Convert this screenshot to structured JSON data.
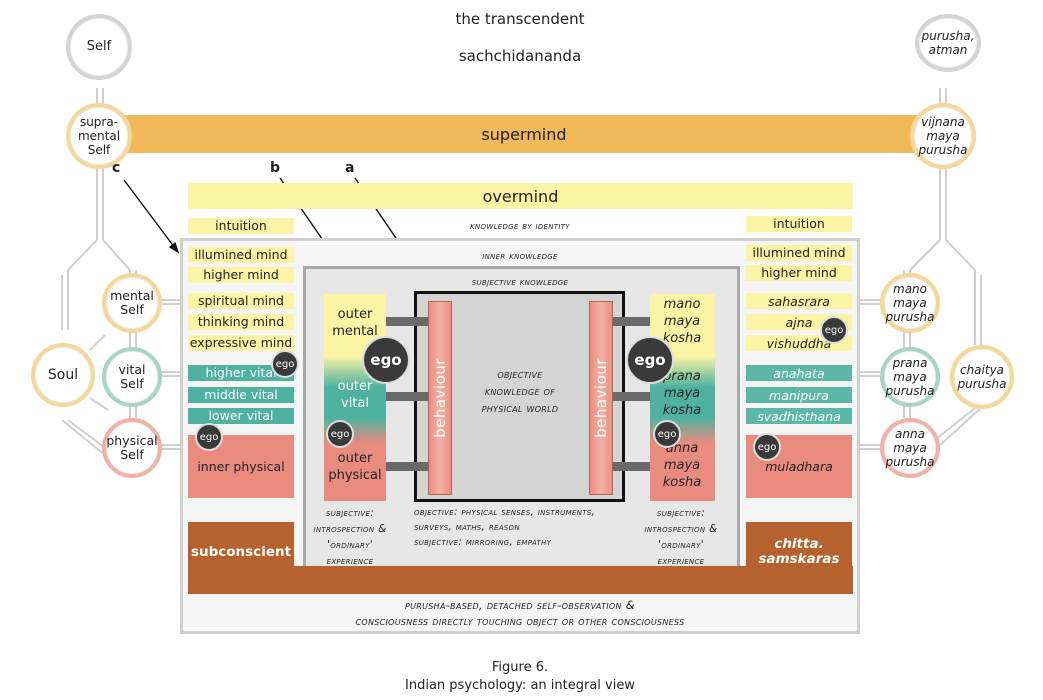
{
  "top": {
    "transcendent": "the transcendent",
    "sachchidananda": "sachchidananda"
  },
  "circles": {
    "self": "Self",
    "purusha_atman": "purusha, atman",
    "supramental_self": "supra-mental Self",
    "vijnana": "vijnana maya purusha",
    "mental_self": "mental Self",
    "vital_self": "vital Self",
    "physical_self": "physical Self",
    "soul": "Soul",
    "mano_maya_purusha": "mano maya purusha",
    "prana_maya_purusha": "prana maya purusha",
    "anna_maya_purusha": "anna maya purusha",
    "chaitya_purusha": "chaitya purusha"
  },
  "bars": {
    "supermind": "supermind",
    "overmind": "overmind"
  },
  "letters": {
    "a": "a",
    "b": "b",
    "c": "c"
  },
  "headers": {
    "knowledge_by_identity": "knowledge by identity",
    "inner_knowledge": "inner knowledge",
    "subjective_knowledge": "subjective knowledge"
  },
  "left_labels": {
    "intuition": "intuition",
    "illumined_mind": "illumined mind",
    "higher_mind": "higher mind",
    "spiritual_mind": "spiritual mind",
    "thinking_mind": "thinking mind",
    "expressive_mind": "expressive mind",
    "higher_vital": "higher vital",
    "middle_vital": "middle vital",
    "lower_vital": "lower vital",
    "inner_physical": "inner physical",
    "subconscient": "subconscient"
  },
  "right_labels": {
    "intuition": "intuition",
    "illumined_mind": "illumined mind",
    "higher_mind": "higher mind",
    "sahasrara": "sahasrara",
    "ajna": "ajna",
    "vishuddha": "vishuddha",
    "anahata": "anahata",
    "manipura": "manipura",
    "svadhisthana": "svadhisthana",
    "muladhara": "muladhara",
    "chitta": "chitta. samskaras"
  },
  "outer_column": {
    "outer_mental": "outer mental",
    "outer_vital": "outer vital",
    "outer_physical": "outer physical"
  },
  "kosha_column": {
    "mano": "mano maya kosha",
    "prana": "prana maya kosha",
    "anna": "anna maya kosha"
  },
  "ego": "ego",
  "behaviour": "behaviour",
  "center_box": "objective knowledge of physical world",
  "subjective_left": "subjective: introspection & 'ordinary' experience",
  "subjective_right": "subjective: introspection & 'ordinary' experience",
  "objective_note_1": "objective: physical senses, instruments, surveys, maths, reason",
  "objective_note_2": "subjective: mirroring, empathy",
  "bottom_note_1": "purusha-based, detached self-observation &",
  "bottom_note_2": "consciousness directly touching object or other consciousness",
  "caption": {
    "figure": "Figure 6.",
    "title": "Indian psychology: an integral view"
  },
  "colors": {
    "supermind": "#f0b95a",
    "overmind": "#fbf4a4",
    "teal": "#4fb2a0",
    "red": "#e98b7e",
    "brown": "#b5622e",
    "ego": "#3a3a3a"
  }
}
